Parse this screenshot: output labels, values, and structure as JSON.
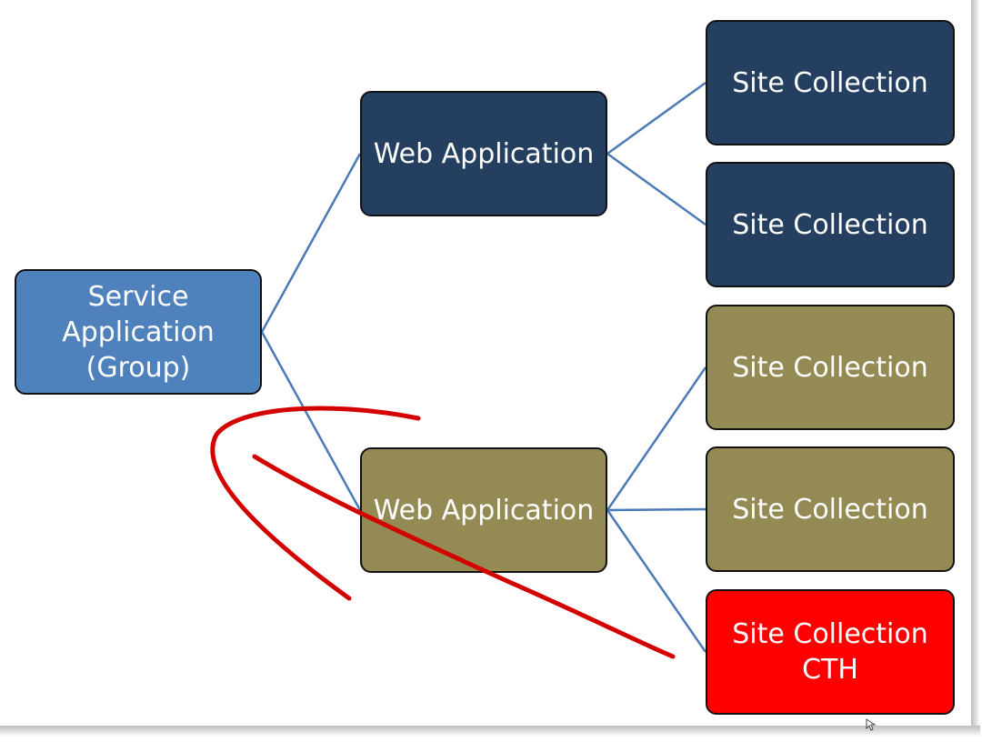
{
  "nodes": {
    "service_app": "Service\nApplication\n(Group)",
    "web_app_1": "Web Application",
    "web_app_2": "Web Application",
    "site_collection_1": "Site Collection",
    "site_collection_2": "Site Collection",
    "site_collection_3": "Site Collection",
    "site_collection_4": "Site Collection",
    "site_collection_5": "Site Collection\nCTH"
  },
  "colors": {
    "service_fill": "#4f81bd",
    "web1_fill": "#243f60",
    "web2_fill": "#948a54",
    "cth_fill": "#ff0000",
    "connector": "#4a7ab5",
    "annotation": "#d40000"
  },
  "icons": {
    "cursor": "mouse-pointer-icon"
  }
}
